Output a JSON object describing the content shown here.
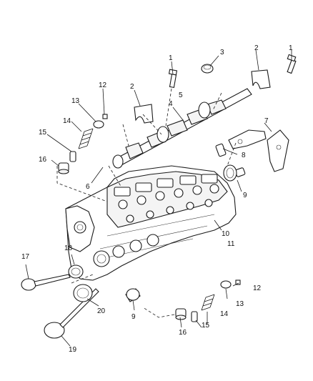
{
  "diagram": {
    "callouts": {
      "c1a": "1",
      "c1b": "1",
      "c2a": "2",
      "c2b": "2",
      "c3": "3",
      "c4": "4",
      "c5": "5",
      "c6": "6",
      "c7": "7",
      "c8": "8",
      "c9a": "9",
      "c9b": "9",
      "c10": "10",
      "c11": "11",
      "c12a": "12",
      "c12b": "12",
      "c13a": "13",
      "c13b": "13",
      "c14a": "14",
      "c14b": "14",
      "c15a": "15",
      "c15b": "15",
      "c16a": "16",
      "c16b": "16",
      "c17": "17",
      "c18": "18",
      "c19": "19",
      "c20": "20"
    }
  }
}
